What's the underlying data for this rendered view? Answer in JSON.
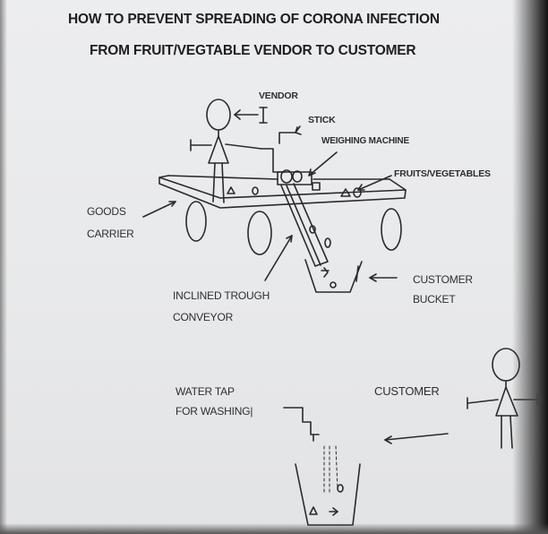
{
  "title": {
    "line1": "HOW TO PREVENT SPREADING OF CORONA INFECTION",
    "line2": "FROM FRUIT/VEGTABLE VENDOR TO CUSTOMER"
  },
  "labels": {
    "vendor": "VENDOR",
    "stick": "STICK",
    "weighing_machine": "WEIGHING MACHINE",
    "fruits_vegetables": "FRUITS/VEGETABLES",
    "goods": "GOODS",
    "carrier": "CARRIER",
    "inclined_trough": "INCLINED TROUGH",
    "conveyor": "CONVEYOR",
    "customer_bucket_1": "CUSTOMER",
    "customer_bucket_2": "BUCKET",
    "water_tap": "WATER TAP",
    "for_washing": "FOR WASHING|",
    "customer": "CUSTOMER"
  }
}
